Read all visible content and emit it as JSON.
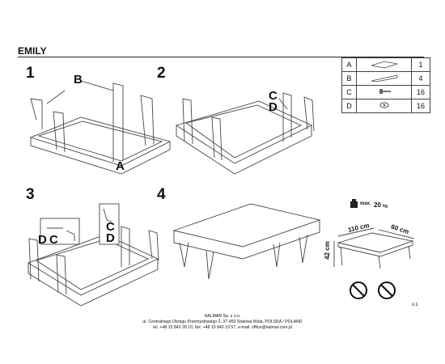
{
  "header": {
    "title": "EMILY"
  },
  "steps": [
    {
      "number": "1",
      "callouts": [
        "B",
        "A"
      ]
    },
    {
      "number": "2",
      "callouts": [
        "C",
        "D"
      ]
    },
    {
      "number": "3",
      "callouts": [
        "D",
        "C",
        "C",
        "D"
      ]
    },
    {
      "number": "4"
    }
  ],
  "parts": [
    {
      "letter": "A",
      "qty": "1",
      "icon": "tray-icon"
    },
    {
      "letter": "B",
      "qty": "4",
      "icon": "leg-icon"
    },
    {
      "letter": "C",
      "qty": "16",
      "icon": "screw-icon"
    },
    {
      "letter": "D",
      "qty": "16",
      "icon": "washer-icon"
    }
  ],
  "load": {
    "label": "max.",
    "value": "20",
    "unit": "kg"
  },
  "dimensions": {
    "length": "110 cm",
    "width": "60 cm",
    "height": "42 cm"
  },
  "version": "v.1",
  "footer": {
    "company": "HALMAR Sp. z o.o.",
    "address": "ul. Centralnego Okręgu Przemysłowego 2, 37-450 Stalowa Wola, POLSKA / POLAND",
    "contact": "tel. +48 15 843 28 10, fax: +48 15 842 19 57, e-mail: office@halmar.com.pl"
  }
}
